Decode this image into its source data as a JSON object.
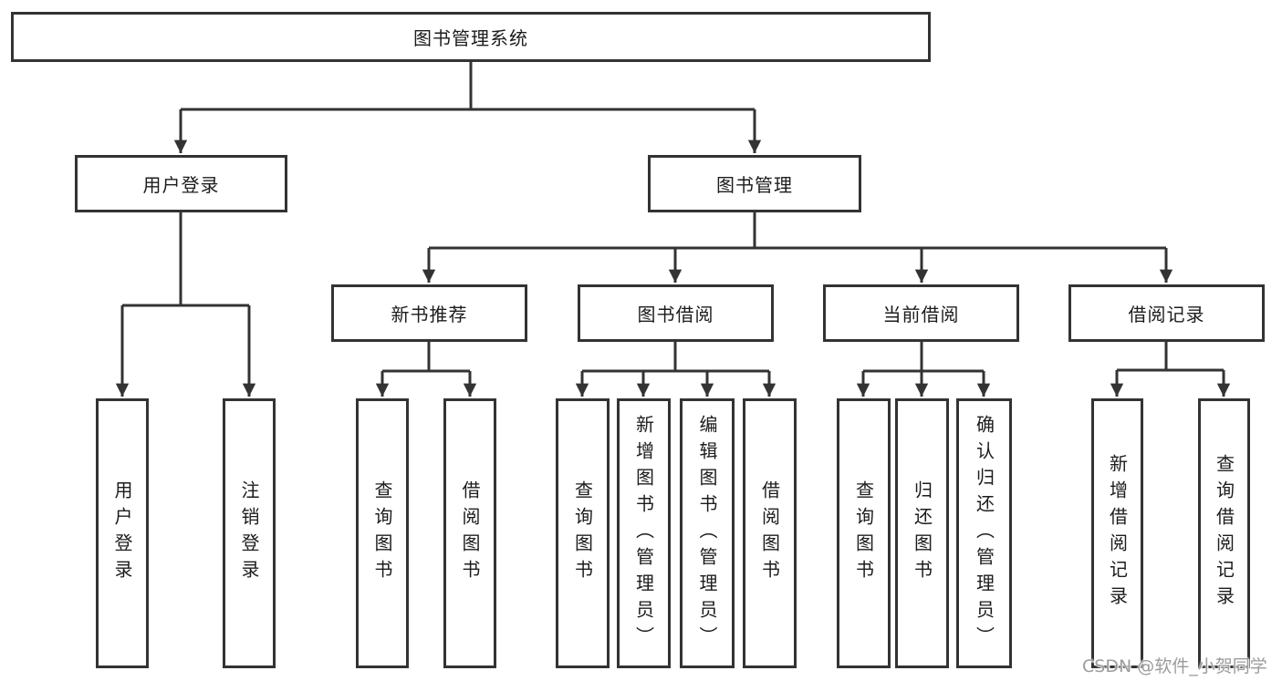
{
  "tree": {
    "label": "图书管理系统",
    "children": [
      {
        "label": "用户登录",
        "children": [
          {
            "label": "用户登录"
          },
          {
            "label": "注销登录"
          }
        ]
      },
      {
        "label": "图书管理",
        "children": [
          {
            "label": "新书推荐",
            "children": [
              {
                "label": "查询图书"
              },
              {
                "label": "借阅图书"
              }
            ]
          },
          {
            "label": "图书借阅",
            "children": [
              {
                "label": "查询图书"
              },
              {
                "label": "新增图书（管理员）"
              },
              {
                "label": "编辑图书（管理员）"
              },
              {
                "label": "借阅图书"
              }
            ]
          },
          {
            "label": "当前借阅",
            "children": [
              {
                "label": "查询图书"
              },
              {
                "label": "归还图书"
              },
              {
                "label": "确认归还（管理员）"
              }
            ]
          },
          {
            "label": "借阅记录",
            "children": [
              {
                "label": "新增借阅记录"
              },
              {
                "label": "查询借阅记录"
              }
            ]
          }
        ]
      }
    ]
  },
  "watermark": {
    "text": "CSDN @软件_小贺同学"
  },
  "colors": {
    "line": "#333333",
    "boxbg": "#ffffff",
    "text": "#1c1c1c",
    "watermark": "#9c9c9c",
    "bg": "#ffffff"
  }
}
